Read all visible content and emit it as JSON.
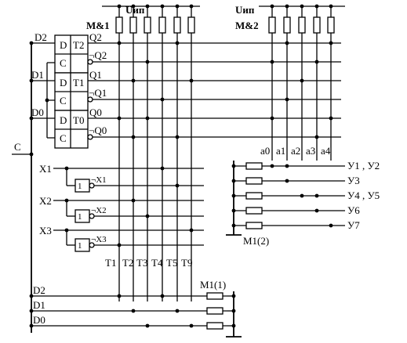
{
  "power_labels": {
    "left": "Uип",
    "right": "Uип"
  },
  "matrix_labels": {
    "m1": "M&1",
    "m2": "M&2",
    "m1_bottom": "M1(1)",
    "m1_right": "M1(2)"
  },
  "inputs": {
    "d2": "D2",
    "d1": "D1",
    "d0": "D0",
    "clock": "C"
  },
  "flipflops": [
    {
      "d": "D",
      "c": "C",
      "t": "T2",
      "q": "Q2",
      "nq": "¬Q2"
    },
    {
      "d": "D",
      "c": "C",
      "t": "T1",
      "q": "Q1",
      "nq": "¬Q1"
    },
    {
      "d": "D",
      "c": "C",
      "t": "T0",
      "q": "Q0",
      "nq": "¬Q0"
    }
  ],
  "x_inputs": [
    {
      "x": "X1",
      "gate": "1",
      "out": "¬X1"
    },
    {
      "x": "X2",
      "gate": "1",
      "out": "¬X2"
    },
    {
      "x": "X3",
      "gate": "1",
      "out": "¬X3"
    }
  ],
  "t_labels": [
    "T1",
    "T2",
    "T3",
    "T4",
    "T5",
    "T9"
  ],
  "a_labels": [
    "a0",
    "a1",
    "a2",
    "a3",
    "a4"
  ],
  "y_labels": [
    "У1 , У2",
    "У3",
    "У4 , У5",
    "У6",
    "У7"
  ],
  "bottom_inputs": {
    "d2": "D2",
    "d1": "D1",
    "d0": "D0"
  }
}
